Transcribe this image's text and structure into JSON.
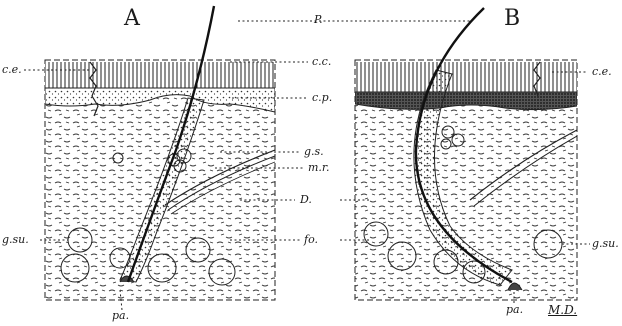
{
  "figure": {
    "panels": {
      "a": "A",
      "b": "B"
    },
    "labels": {
      "p": "P.",
      "cc": "c.c.",
      "ce_left": "c.e.",
      "ce_right": "c.e.",
      "cp": "c.p.",
      "gs": "g.s.",
      "mr": "m.r.",
      "d": "D.",
      "fo": "fo.",
      "gsu_left": "g.su.",
      "gsu_right": "g.su.",
      "pa_left": "pa.",
      "pa_right": "pa."
    },
    "signature": "M.D."
  }
}
